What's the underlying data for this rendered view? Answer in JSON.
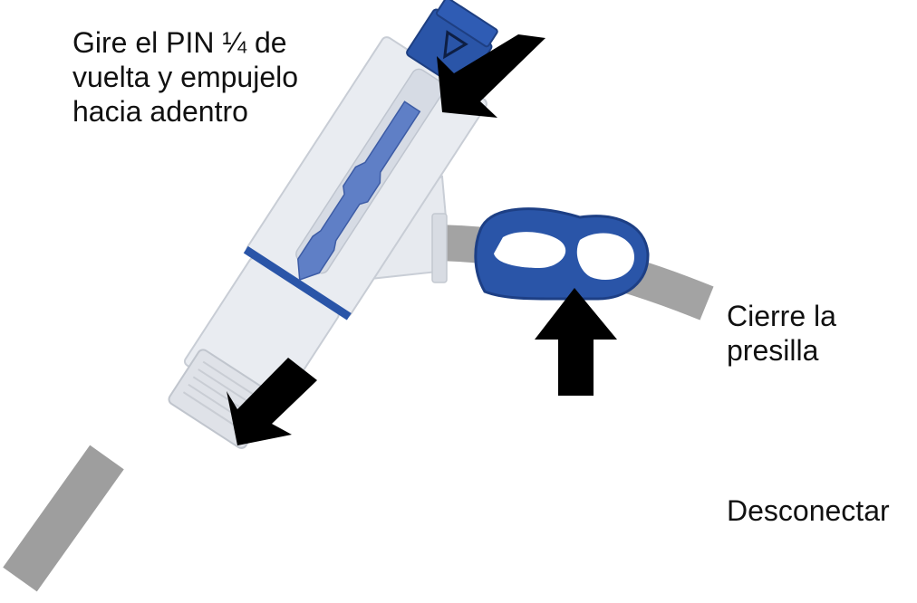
{
  "labels": {
    "pin": [
      "Gire el PIN ¼ de",
      "vuelta y empujelo",
      "hacia adentro"
    ],
    "clamp": [
      "Cierre la",
      "presilla"
    ],
    "disconnect": [
      "Desconectar"
    ]
  },
  "colors": {
    "pin_blue": "#2a55a8",
    "tube_gray": "#a3a3a3",
    "housing": "#e6e9ef",
    "arrow": "#000000",
    "text": "#111111"
  },
  "icons": [
    "push-pin-arrow-icon",
    "close-clamp-arrow-icon",
    "disconnect-arrow-icon"
  ]
}
